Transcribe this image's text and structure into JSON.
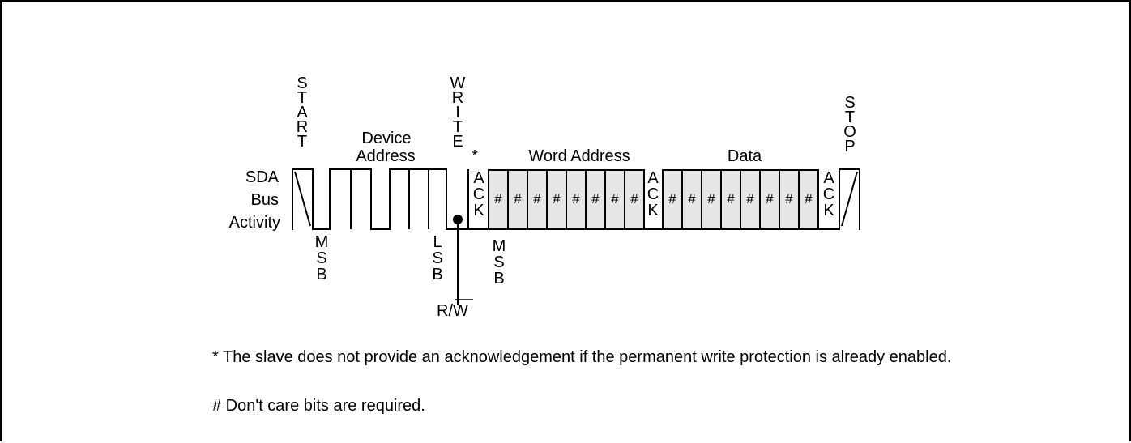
{
  "labels": {
    "start": "START",
    "write": "WRITE",
    "stop": "STOP",
    "device_address": [
      "Device",
      "Address"
    ],
    "word_address": "Word Address",
    "data": "Data",
    "sda_bus_activity": [
      "SDA",
      "Bus",
      "Activity"
    ],
    "msb": "MSB",
    "lsb": "LSB",
    "ack": "ACK",
    "star": "*",
    "rw_r": "R/",
    "rw_w": "W"
  },
  "dont_care_symbol": "#",
  "word_address_bits": 8,
  "data_bits": 8,
  "colors": {
    "line": "#000000",
    "shaded": "#e6e6e6"
  },
  "notes": [
    "* The slave does not provide an acknowledgement if the permanent write protection is already enabled.",
    "# Don't care bits are required."
  ]
}
